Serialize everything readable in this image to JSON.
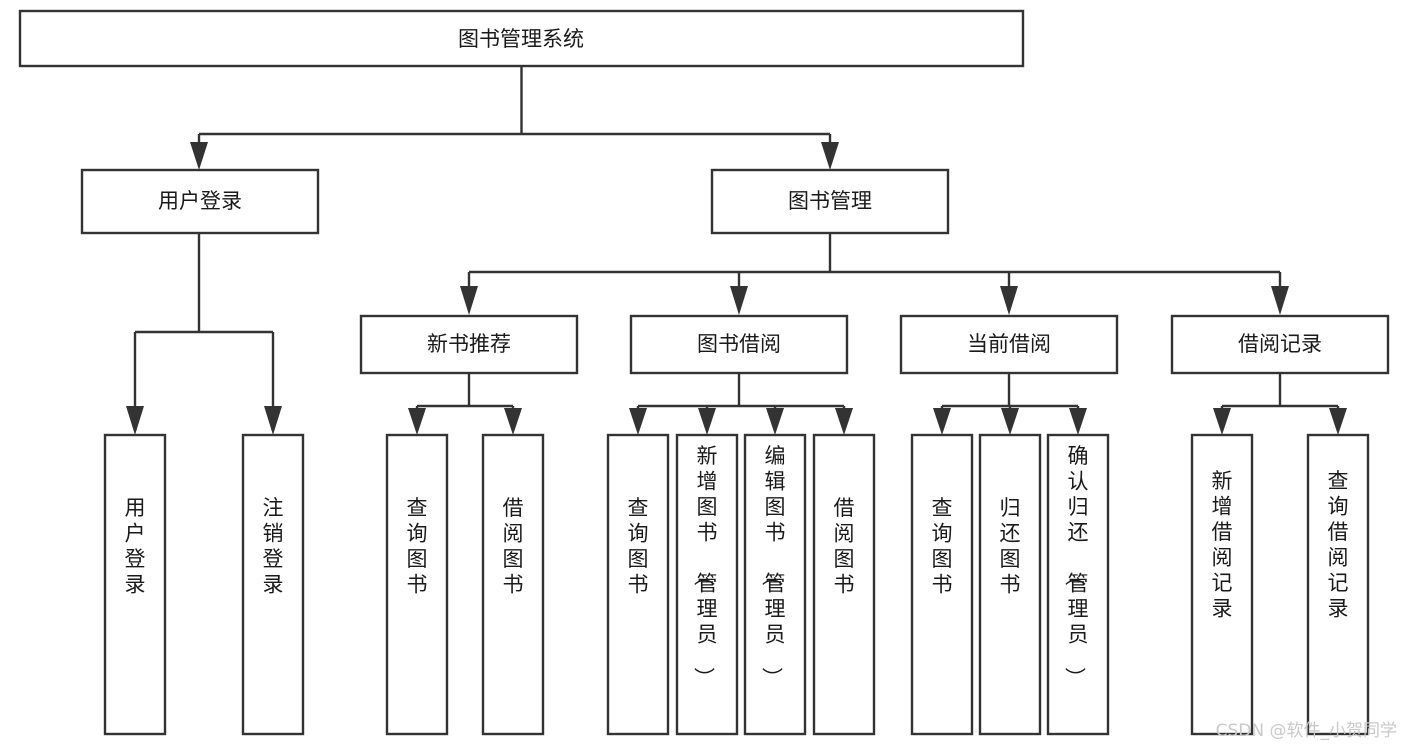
{
  "diagram": {
    "type": "tree-hierarchy",
    "orientation": "top-down",
    "title": "图书管理系统",
    "style": {
      "box_fill": "#ffffff",
      "box_stroke": "#333333",
      "text_color": "#1a1a1a",
      "background": "#ffffff",
      "watermark_color": "#c9c9c9"
    },
    "nodes": {
      "root": {
        "label": "图书管理系统",
        "level": 0,
        "text_orientation": "horizontal"
      },
      "l1": [
        {
          "id": "user-login",
          "label": "用户登录",
          "level": 1,
          "text_orientation": "horizontal"
        },
        {
          "id": "book-manage",
          "label": "图书管理",
          "level": 1,
          "text_orientation": "horizontal"
        }
      ],
      "l2": [
        {
          "id": "new-book-rec",
          "label": "新书推荐",
          "level": 2,
          "parent": "book-manage",
          "text_orientation": "horizontal"
        },
        {
          "id": "book-borrow",
          "label": "图书借阅",
          "level": 2,
          "parent": "book-manage",
          "text_orientation": "horizontal"
        },
        {
          "id": "current-borrow",
          "label": "当前借阅",
          "level": 2,
          "parent": "book-manage",
          "text_orientation": "horizontal"
        },
        {
          "id": "borrow-record",
          "label": "借阅记录",
          "level": 2,
          "parent": "book-manage",
          "text_orientation": "horizontal"
        }
      ],
      "leaves": [
        {
          "id": "leaf-user-login",
          "label": "用户登录",
          "parent": "user-login",
          "text_orientation": "vertical"
        },
        {
          "id": "leaf-logout",
          "label": "注销登录",
          "parent": "user-login",
          "text_orientation": "vertical"
        },
        {
          "id": "leaf-query-book-1",
          "label": "查询图书",
          "parent": "new-book-rec",
          "text_orientation": "vertical"
        },
        {
          "id": "leaf-borrow-book-1",
          "label": "借阅图书",
          "parent": "new-book-rec",
          "text_orientation": "vertical"
        },
        {
          "id": "leaf-query-book-2",
          "label": "查询图书",
          "parent": "book-borrow",
          "text_orientation": "vertical"
        },
        {
          "id": "leaf-add-book",
          "label": "新增图书（管理员）",
          "parent": "book-borrow",
          "text_orientation": "vertical"
        },
        {
          "id": "leaf-edit-book",
          "label": "编辑图书（管理员）",
          "parent": "book-borrow",
          "text_orientation": "vertical"
        },
        {
          "id": "leaf-borrow-book-2",
          "label": "借阅图书",
          "parent": "book-borrow",
          "text_orientation": "vertical"
        },
        {
          "id": "leaf-query-book-3",
          "label": "查询图书",
          "parent": "current-borrow",
          "text_orientation": "vertical"
        },
        {
          "id": "leaf-return-book",
          "label": "归还图书",
          "parent": "current-borrow",
          "text_orientation": "vertical"
        },
        {
          "id": "leaf-confirm-return",
          "label": "确认归还（管理员）",
          "parent": "current-borrow",
          "text_orientation": "vertical"
        },
        {
          "id": "leaf-add-record",
          "label": "新增借阅记录",
          "parent": "borrow-record",
          "text_orientation": "vertical"
        },
        {
          "id": "leaf-query-record",
          "label": "查询借阅记录",
          "parent": "borrow-record",
          "text_orientation": "vertical"
        }
      ]
    }
  },
  "watermark": {
    "label": "CSDN @软件_小贺同学"
  }
}
